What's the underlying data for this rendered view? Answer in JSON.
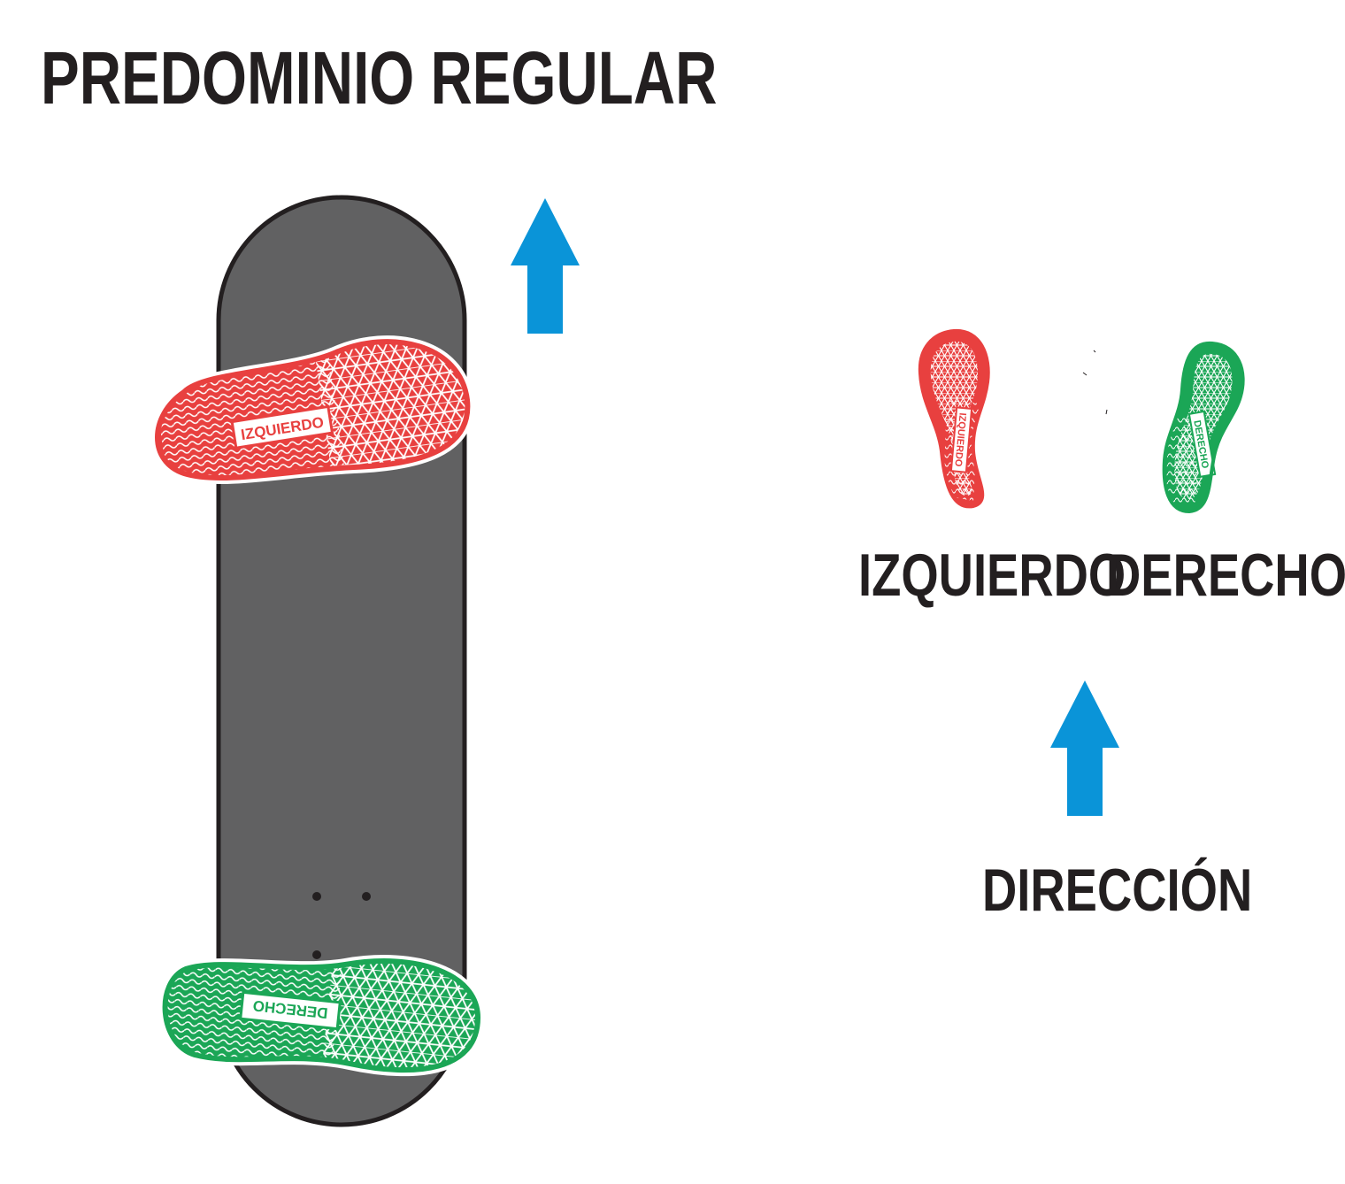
{
  "title": "PREDOMINIO REGULAR",
  "board": {
    "left_sole_text": "IZQUIERDO",
    "right_sole_text": "DERECHO"
  },
  "legend": {
    "left_label": "IZQUIERDO",
    "right_label": "DERECHO",
    "direction_label": "DIRECCIÓN"
  },
  "colors": {
    "left_foot": "#e8403f",
    "right_foot": "#1ba656",
    "arrow": "#0a94d8",
    "deck": "#616162",
    "deck_outline": "#231f20",
    "text": "#231f20"
  },
  "icons": {
    "arrow": "arrow-up-icon",
    "left_foot": "shoe-sole-left-icon",
    "right_foot": "shoe-sole-right-icon"
  }
}
